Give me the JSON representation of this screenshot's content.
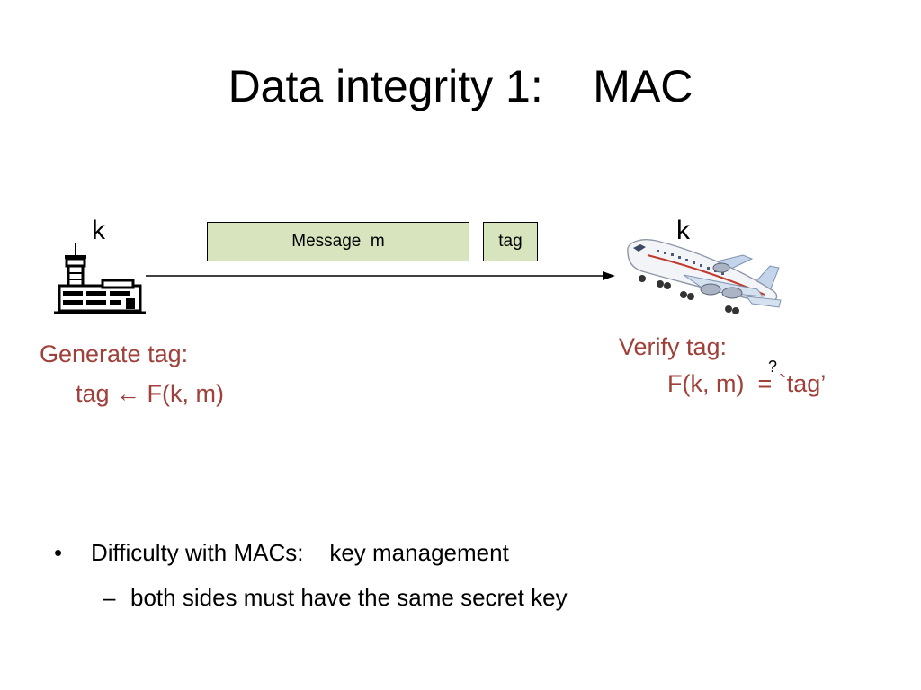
{
  "slide": {
    "title": "Data integrity 1:    MAC",
    "left": {
      "key_label": "k",
      "caption_line1": "Generate tag:",
      "caption_line2": "tag ← F(k, m)"
    },
    "right": {
      "key_label": "k",
      "caption_line1": "Verify tag:",
      "caption_line2": "F(k, m)  = `tag’",
      "question_mark": "?"
    },
    "message_box": "Message  m",
    "tag_box": "tag",
    "bullets": [
      {
        "marker": "•",
        "text": "Difficulty with MACs:    key management"
      },
      {
        "marker": "–",
        "text": "both sides must have the same secret key"
      }
    ]
  },
  "colors": {
    "caption": "#a0403a",
    "box_fill": "#d7e4bd"
  },
  "icons": {
    "left": "control-tower-icon",
    "right": "airplane-icon"
  }
}
